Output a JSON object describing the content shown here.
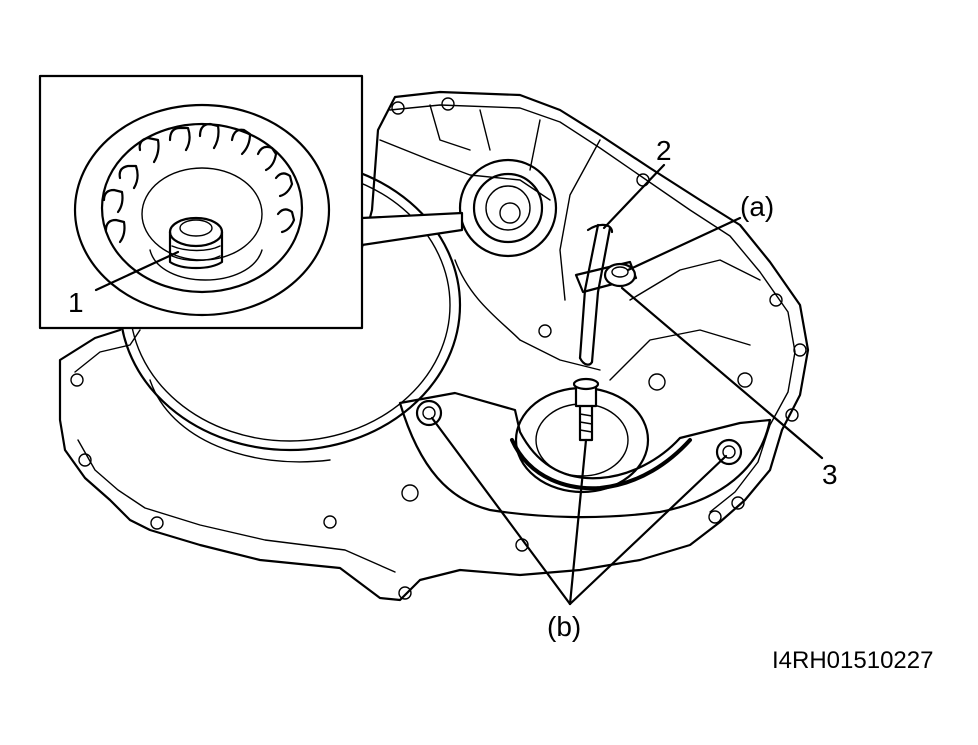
{
  "diagram": {
    "callouts": [
      {
        "id": "c1",
        "label": "1"
      },
      {
        "id": "c2",
        "label": "2"
      },
      {
        "id": "c3",
        "label": "3"
      },
      {
        "id": "ca",
        "label": "(a)"
      },
      {
        "id": "cb",
        "label": "(b)"
      }
    ],
    "figure_id": "I4RH01510227"
  }
}
